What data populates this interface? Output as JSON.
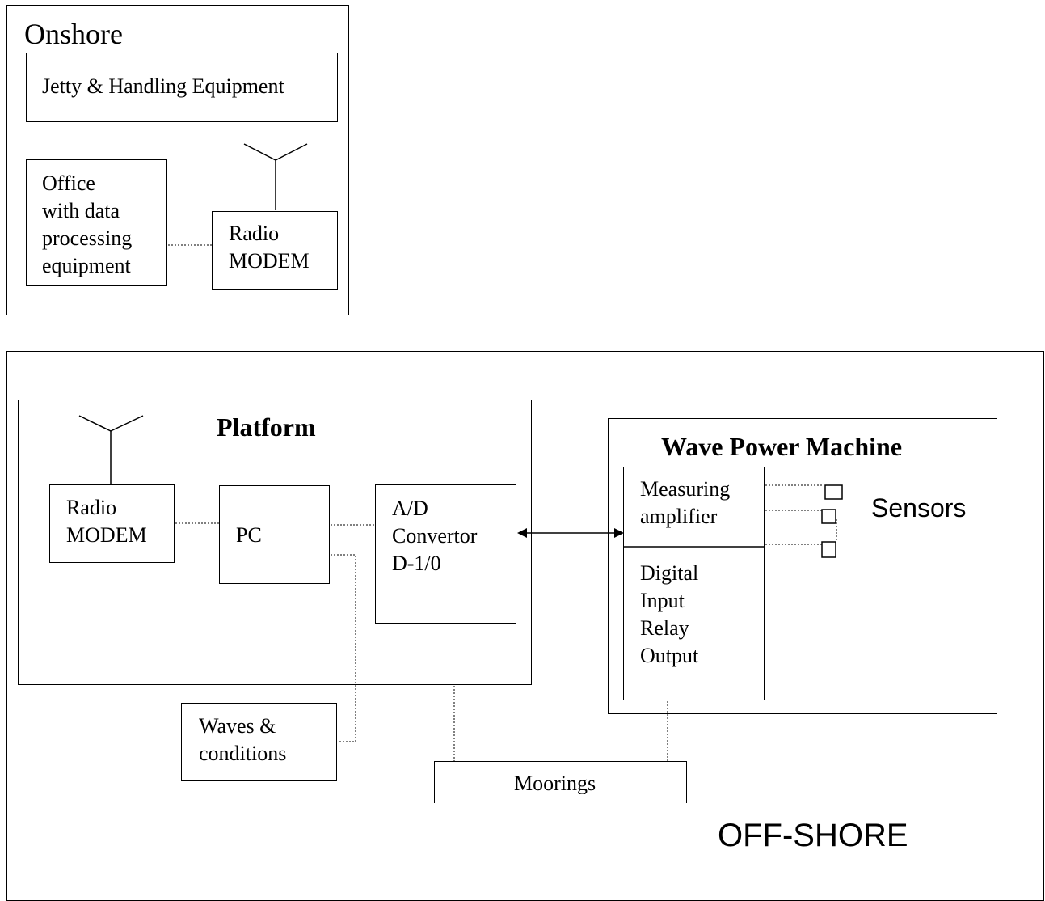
{
  "onshore": {
    "title": "Onshore",
    "jetty": "Jetty & Handling Equipment",
    "office": "Office\nwith data\nprocessing\nequipment",
    "radio_modem": "Radio\nMODEM"
  },
  "offshore": {
    "label": "OFF-SHORE",
    "platform": {
      "title": "Platform",
      "radio_modem": "Radio\nMODEM",
      "pc": "PC",
      "adc": "A/D\nConvertor\nD-1/0"
    },
    "wave_power_machine": {
      "title": "Wave Power Machine",
      "measuring": "Measuring\namplifier",
      "digital": "Digital\nInput\nRelay\nOutput"
    },
    "sensors": "Sensors",
    "waves": "Waves &\nconditions",
    "moorings": "Moorings"
  }
}
